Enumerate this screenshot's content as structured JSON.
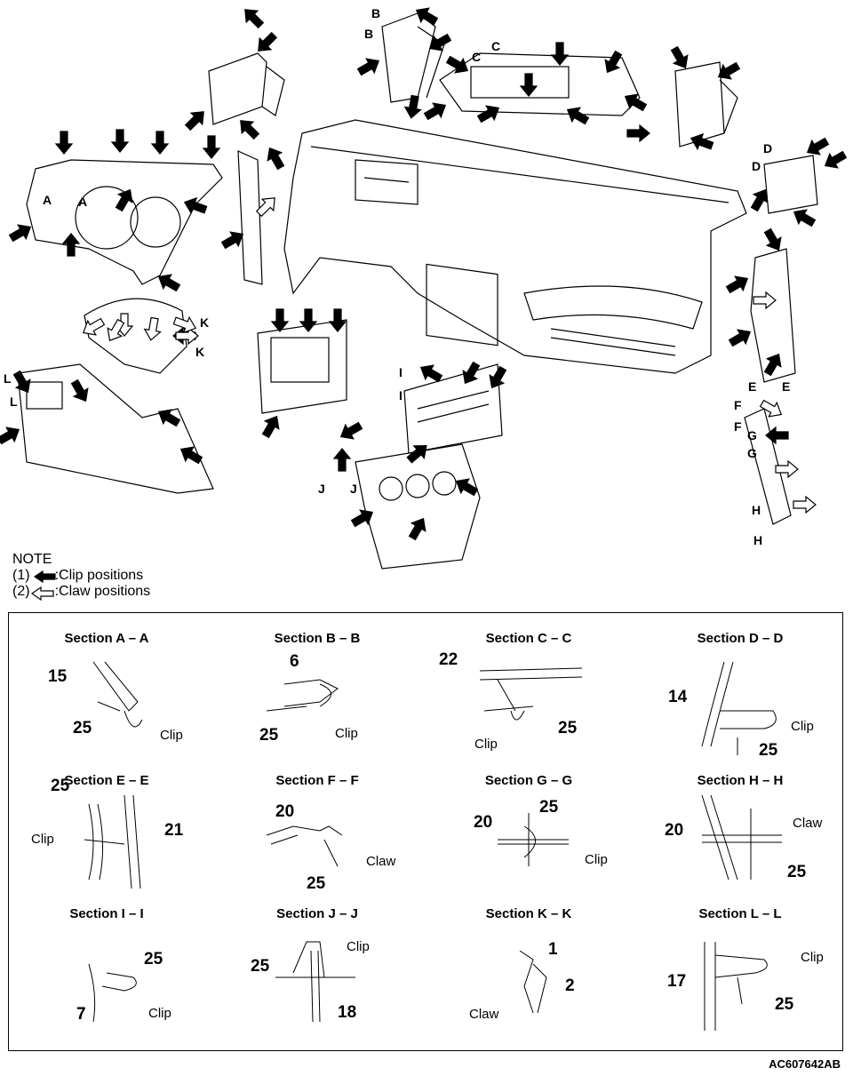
{
  "note": {
    "title": "NOTE",
    "items": [
      {
        "prefix": "(1)",
        "icon": "filled-arrow-icon",
        "text": ":Clip positions"
      },
      {
        "prefix": "(2)",
        "icon": "outline-arrow-icon",
        "text": ":Claw positions"
      }
    ]
  },
  "overview_labels": [
    "A",
    "A",
    "B",
    "B",
    "C",
    "C",
    "D",
    "D",
    "E",
    "E",
    "F",
    "F",
    "G",
    "G",
    "H",
    "H",
    "I",
    "I",
    "J",
    "J",
    "K",
    "K",
    "L",
    "L"
  ],
  "sections": [
    {
      "title": "Section A – A",
      "callouts": [
        "15",
        "25",
        "Clip"
      ]
    },
    {
      "title": "Section B – B",
      "callouts": [
        "6",
        "25",
        "Clip"
      ]
    },
    {
      "title": "Section C – C",
      "callouts": [
        "22",
        "Clip",
        "25"
      ]
    },
    {
      "title": "Section D – D",
      "callouts": [
        "14",
        "Clip",
        "25"
      ]
    },
    {
      "title": "Section E – E",
      "callouts": [
        "25",
        "21",
        "Clip"
      ]
    },
    {
      "title": "Section F – F",
      "callouts": [
        "20",
        "Claw",
        "25"
      ]
    },
    {
      "title": "Section G – G",
      "callouts": [
        "25",
        "20",
        "Clip"
      ]
    },
    {
      "title": "Section H – H",
      "callouts": [
        "Claw",
        "20",
        "25"
      ]
    },
    {
      "title": "Section I – I",
      "callouts": [
        "25",
        "Clip",
        "7"
      ]
    },
    {
      "title": "Section J – J",
      "callouts": [
        "Clip",
        "25",
        "18"
      ]
    },
    {
      "title": "Section K – K",
      "callouts": [
        "1",
        "2",
        "Claw"
      ]
    },
    {
      "title": "Section L – L",
      "callouts": [
        "Clip",
        "17",
        "25"
      ]
    }
  ],
  "document_id": "AC607642AB"
}
